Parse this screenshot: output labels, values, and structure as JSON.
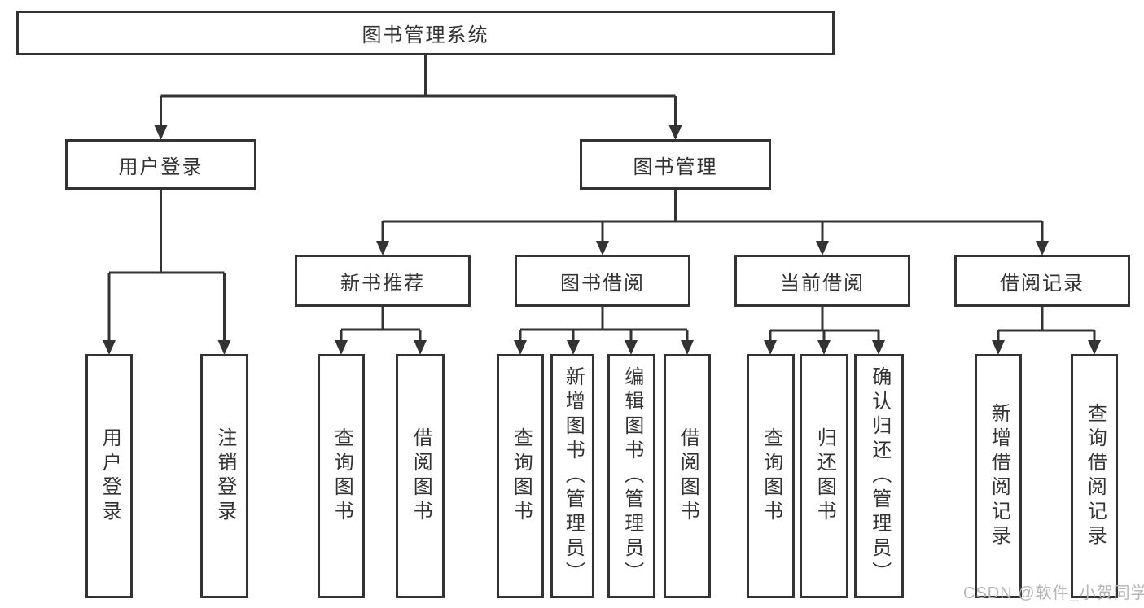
{
  "diagram": {
    "root": {
      "label": "图书管理系统"
    },
    "children": [
      {
        "label": "用户登录",
        "children": [
          {
            "label": "用户登录"
          },
          {
            "label": "注销登录"
          }
        ]
      },
      {
        "label": "图书管理",
        "children": [
          {
            "label": "新书推荐",
            "children": [
              {
                "label": "查询图书"
              },
              {
                "label": "借阅图书"
              }
            ]
          },
          {
            "label": "图书借阅",
            "children": [
              {
                "label": "查询图书"
              },
              {
                "label": "新增图书（管理员）"
              },
              {
                "label": "编辑图书（管理员）"
              },
              {
                "label": "借阅图书"
              }
            ]
          },
          {
            "label": "当前借阅",
            "children": [
              {
                "label": "查询图书"
              },
              {
                "label": "归还图书"
              },
              {
                "label": "确认归还（管理员）"
              }
            ]
          },
          {
            "label": "借阅记录",
            "children": [
              {
                "label": "新增借阅记录"
              },
              {
                "label": "查询借阅记录"
              }
            ]
          }
        ]
      }
    ]
  },
  "watermark": {
    "text": "CSDN @软件_小贺同学"
  },
  "colors": {
    "line": "#333333",
    "text": "#333333",
    "watermark": "#b5b5b5",
    "background": "#ffffff"
  }
}
